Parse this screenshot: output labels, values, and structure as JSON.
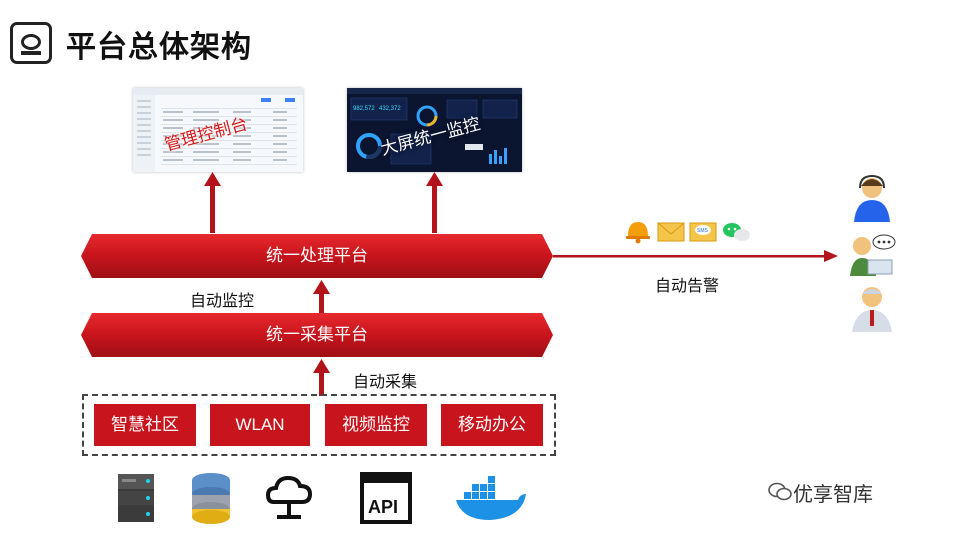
{
  "page": {
    "title": "平台总体架构",
    "watermark": "优享智库"
  },
  "screens": {
    "console_label": "管理控制台",
    "bigscreen_label": "大屏统一监控",
    "bigscreen_stats": [
      "982,572",
      "432,372"
    ]
  },
  "platforms": {
    "processing": "统一处理平台",
    "collection": "统一采集平台"
  },
  "flows": {
    "monitor": "自动监控",
    "collect": "自动采集",
    "alert": "自动告警"
  },
  "sources": [
    "智慧社区",
    "WLAN",
    "视频监控",
    "移动办公"
  ],
  "tech_icons": [
    "server-icon",
    "database-icon",
    "cloud-icon",
    "api-icon",
    "docker-icon"
  ],
  "alert_icons": [
    "bell-icon",
    "email-icon",
    "sms-icon",
    "wechat-icon"
  ],
  "people_icons": [
    "support-agent-icon",
    "user-chat-icon",
    "engineer-icon"
  ],
  "colors": {
    "accent": "#c8141c",
    "dark": "#222222"
  }
}
